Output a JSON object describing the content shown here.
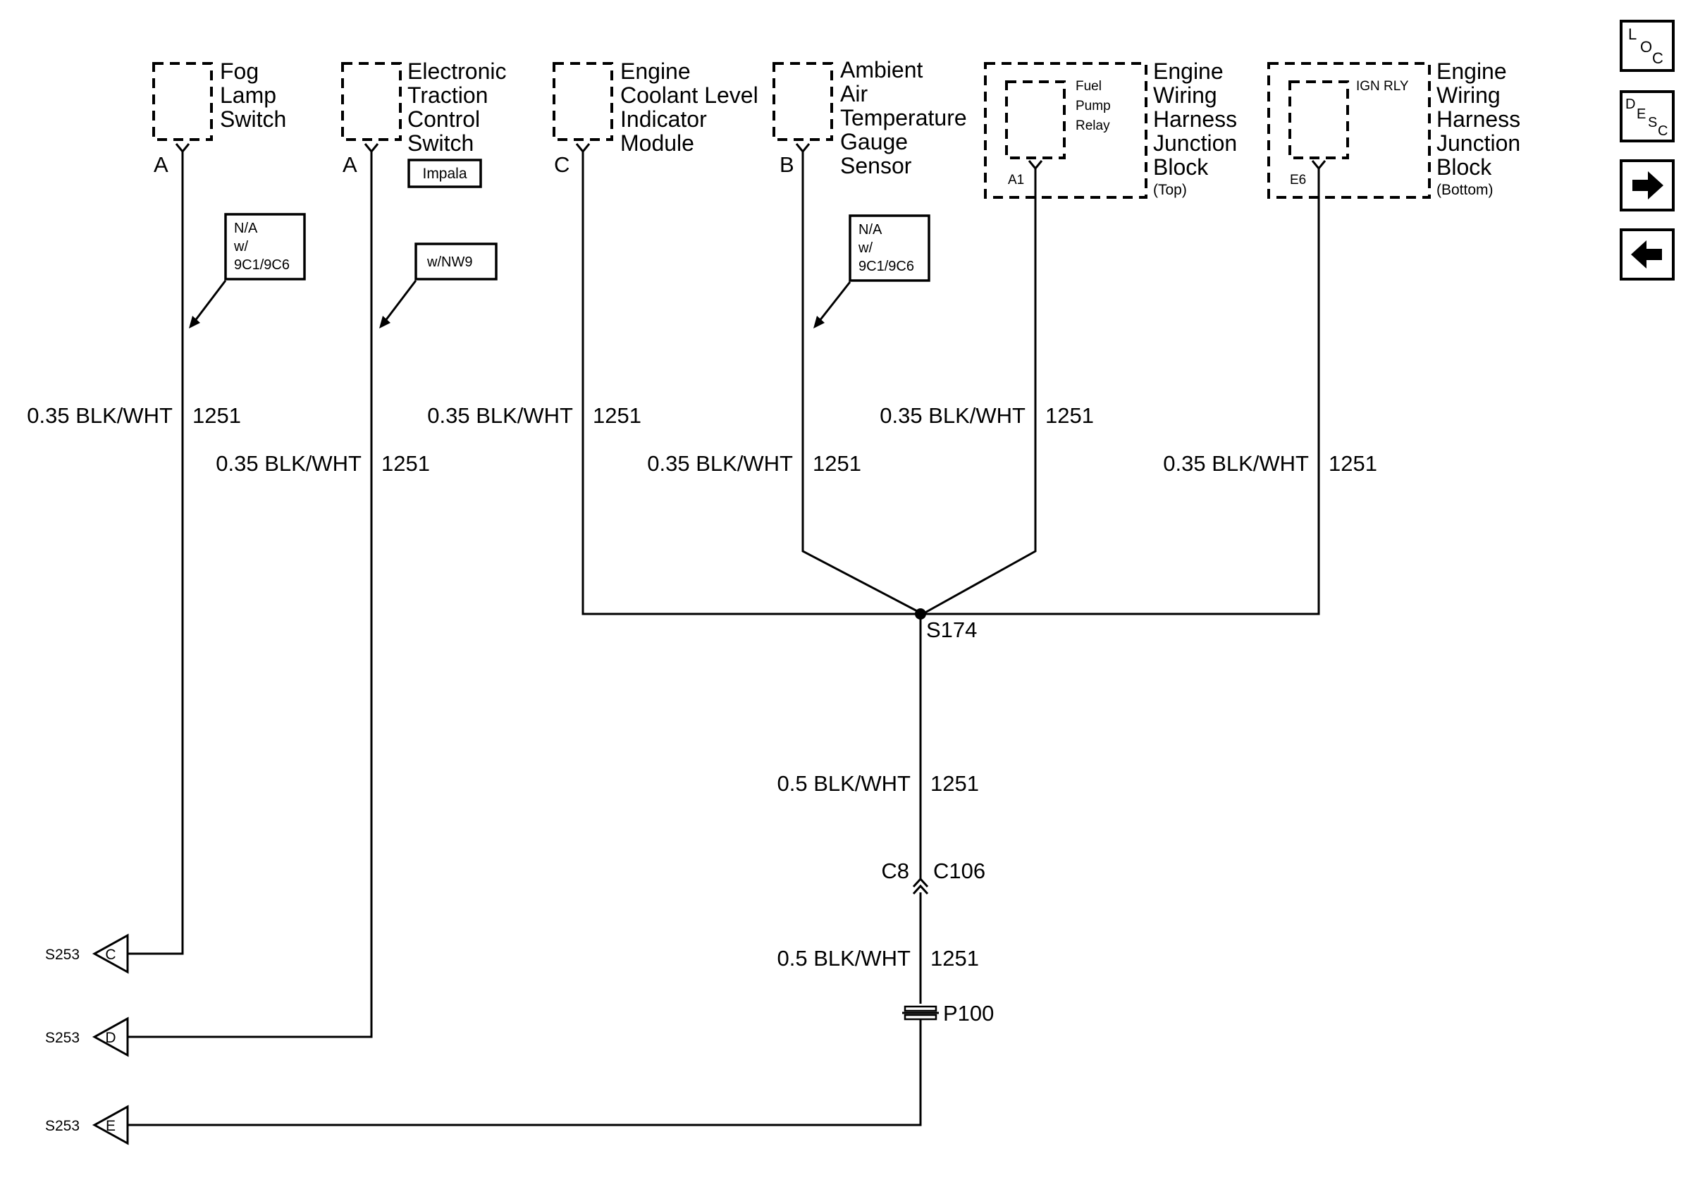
{
  "components": {
    "fog_lamp_switch": {
      "lines": [
        "Fog",
        "Lamp",
        "Switch"
      ],
      "pin": "A"
    },
    "traction_control_switch": {
      "lines": [
        "Electronic",
        "Traction",
        "Control",
        "Switch"
      ],
      "pin": "A",
      "badge": "Impala"
    },
    "coolant_level_module": {
      "lines": [
        "Engine",
        "Coolant Level",
        "Indicator",
        "Module"
      ],
      "pin": "C"
    },
    "ambient_air_sensor": {
      "lines": [
        "Ambient",
        "Air",
        "Temperature",
        "Gauge",
        "Sensor"
      ],
      "pin": "B"
    },
    "junction_block_top": {
      "lines": [
        "Engine",
        "Wiring",
        "Harness",
        "Junction",
        "Block"
      ],
      "sub": "(Top)",
      "inner_lines": [
        "Fuel",
        "Pump",
        "Relay"
      ],
      "pin": "A1"
    },
    "junction_block_bottom": {
      "lines": [
        "Engine",
        "Wiring",
        "Harness",
        "Junction",
        "Block"
      ],
      "sub": "(Bottom)",
      "inner_label": "IGN RLY",
      "pin": "E6"
    }
  },
  "notes": {
    "fog_note": [
      "N/A",
      "w/",
      "9C1/9C6"
    ],
    "nw9_note": [
      "w/NW9"
    ],
    "ambient_note": [
      "N/A",
      "w/",
      "9C1/9C6"
    ]
  },
  "wires": {
    "fog": {
      "gauge": "0.35 BLK/WHT",
      "circuit": "1251"
    },
    "traction": {
      "gauge": "0.35 BLK/WHT",
      "circuit": "1251"
    },
    "coolant": {
      "gauge": "0.35 BLK/WHT",
      "circuit": "1251"
    },
    "ambient": {
      "gauge": "0.35 BLK/WHT",
      "circuit": "1251"
    },
    "fuel_pump": {
      "gauge": "0.35 BLK/WHT",
      "circuit": "1251"
    },
    "ign_rly": {
      "gauge": "0.35 BLK/WHT",
      "circuit": "1251"
    },
    "trunk_upper": {
      "gauge": "0.5 BLK/WHT",
      "circuit": "1251"
    },
    "trunk_lower": {
      "gauge": "0.5 BLK/WHT",
      "circuit": "1251"
    }
  },
  "splice": {
    "label": "S174"
  },
  "connector": {
    "left": "C8",
    "right": "C106"
  },
  "pass_through": {
    "label": "P100"
  },
  "offpage": [
    {
      "ref": "S253",
      "letter": "C"
    },
    {
      "ref": "S253",
      "letter": "D"
    },
    {
      "ref": "S253",
      "letter": "E"
    }
  ],
  "nav": {
    "loc": [
      "L",
      "O",
      "C"
    ],
    "desc": [
      "D",
      "E",
      "S",
      "C"
    ],
    "next_icon": "arrow-right-icon",
    "prev_icon": "arrow-left-icon"
  }
}
